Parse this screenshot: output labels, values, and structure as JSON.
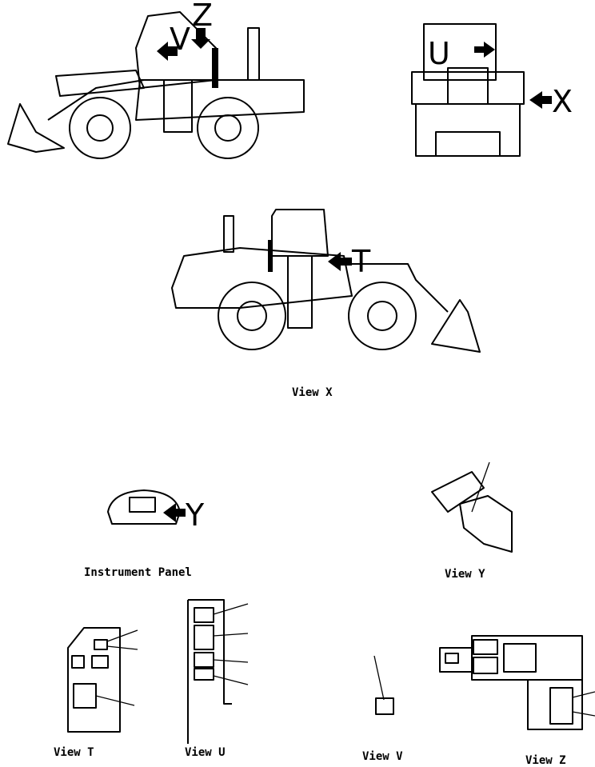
{
  "callouts": {
    "z": "Z",
    "v": "V",
    "u": "U",
    "x": "X",
    "t": "T",
    "y": "Y"
  },
  "captions": {
    "view_x": "View X",
    "instrument_panel": "Instrument Panel",
    "view_y": "View Y",
    "view_t": "View T",
    "view_u": "View U",
    "view_v": "View V",
    "view_z": "View Z"
  }
}
